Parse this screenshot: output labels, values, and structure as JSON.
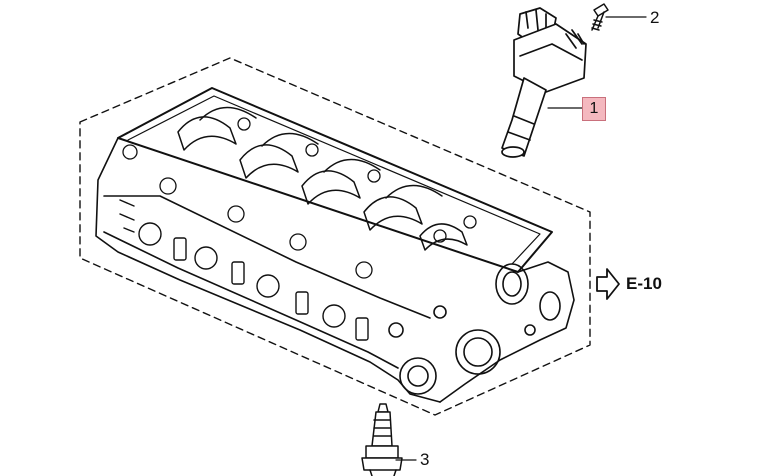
{
  "callouts": [
    {
      "number": "1",
      "highlighted": true
    },
    {
      "number": "2",
      "highlighted": false
    },
    {
      "number": "3",
      "highlighted": false
    }
  ],
  "reference": {
    "label": "E-10"
  },
  "colors": {
    "ink": "#111111",
    "highlight_fill": "#f4b8bf",
    "highlight_border": "#c9707c"
  },
  "icons": [
    "reference-arrow-icon"
  ]
}
